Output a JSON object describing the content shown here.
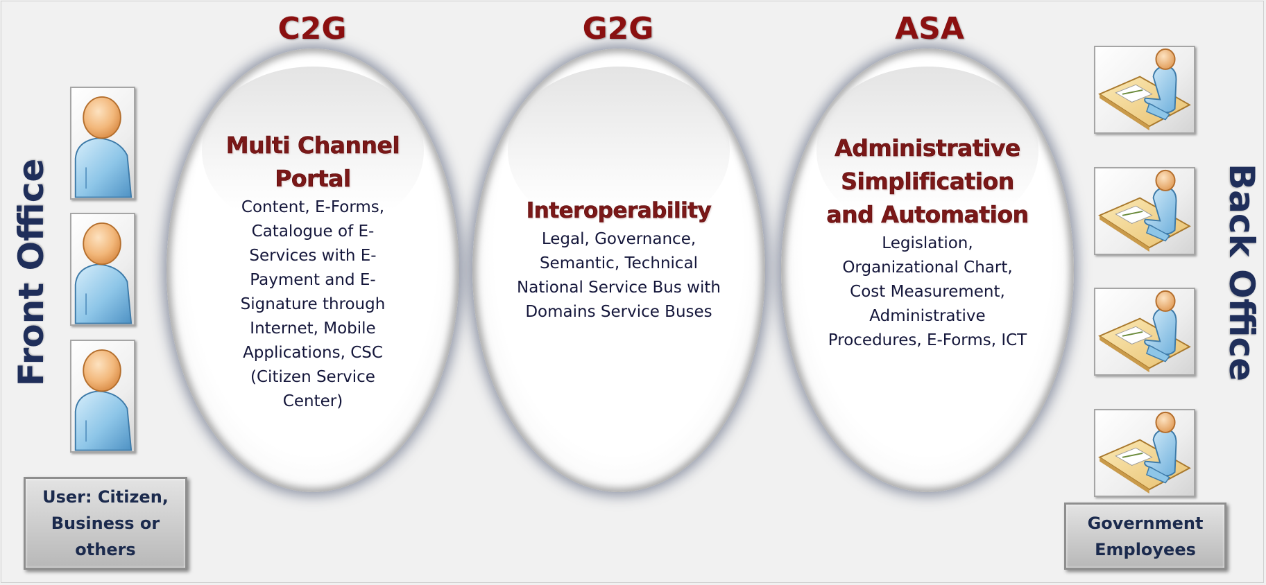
{
  "categories": [
    {
      "code": "C2G",
      "heading": "Multi Channel Portal",
      "body": "Content, E-Forms, Catalogue of E-Services with E-Payment and E-Signature through Internet, Mobile Applications, CSC (Citizen Service Center)"
    },
    {
      "code": "G2G",
      "heading": "Interoperability",
      "body": "Legal, Governance, Semantic, Technical National Service Bus with Domains Service Buses"
    },
    {
      "code": "ASA",
      "heading": "Administrative Simplification and Automation",
      "body": "Legislation, Organizational Chart, Cost Measurement, Administrative Procedures, E-Forms, ICT"
    }
  ],
  "front": {
    "title": "Front Office",
    "label": "User: Citizen, Business or others",
    "icon": "user-icon"
  },
  "back": {
    "title": "Back Office",
    "label": "Government Employees",
    "icon": "employee-at-desk-icon"
  },
  "colors": {
    "category": "#8b1010",
    "heading": "#7a1818",
    "side_title": "#1f2e5a",
    "body": "#14163a"
  }
}
